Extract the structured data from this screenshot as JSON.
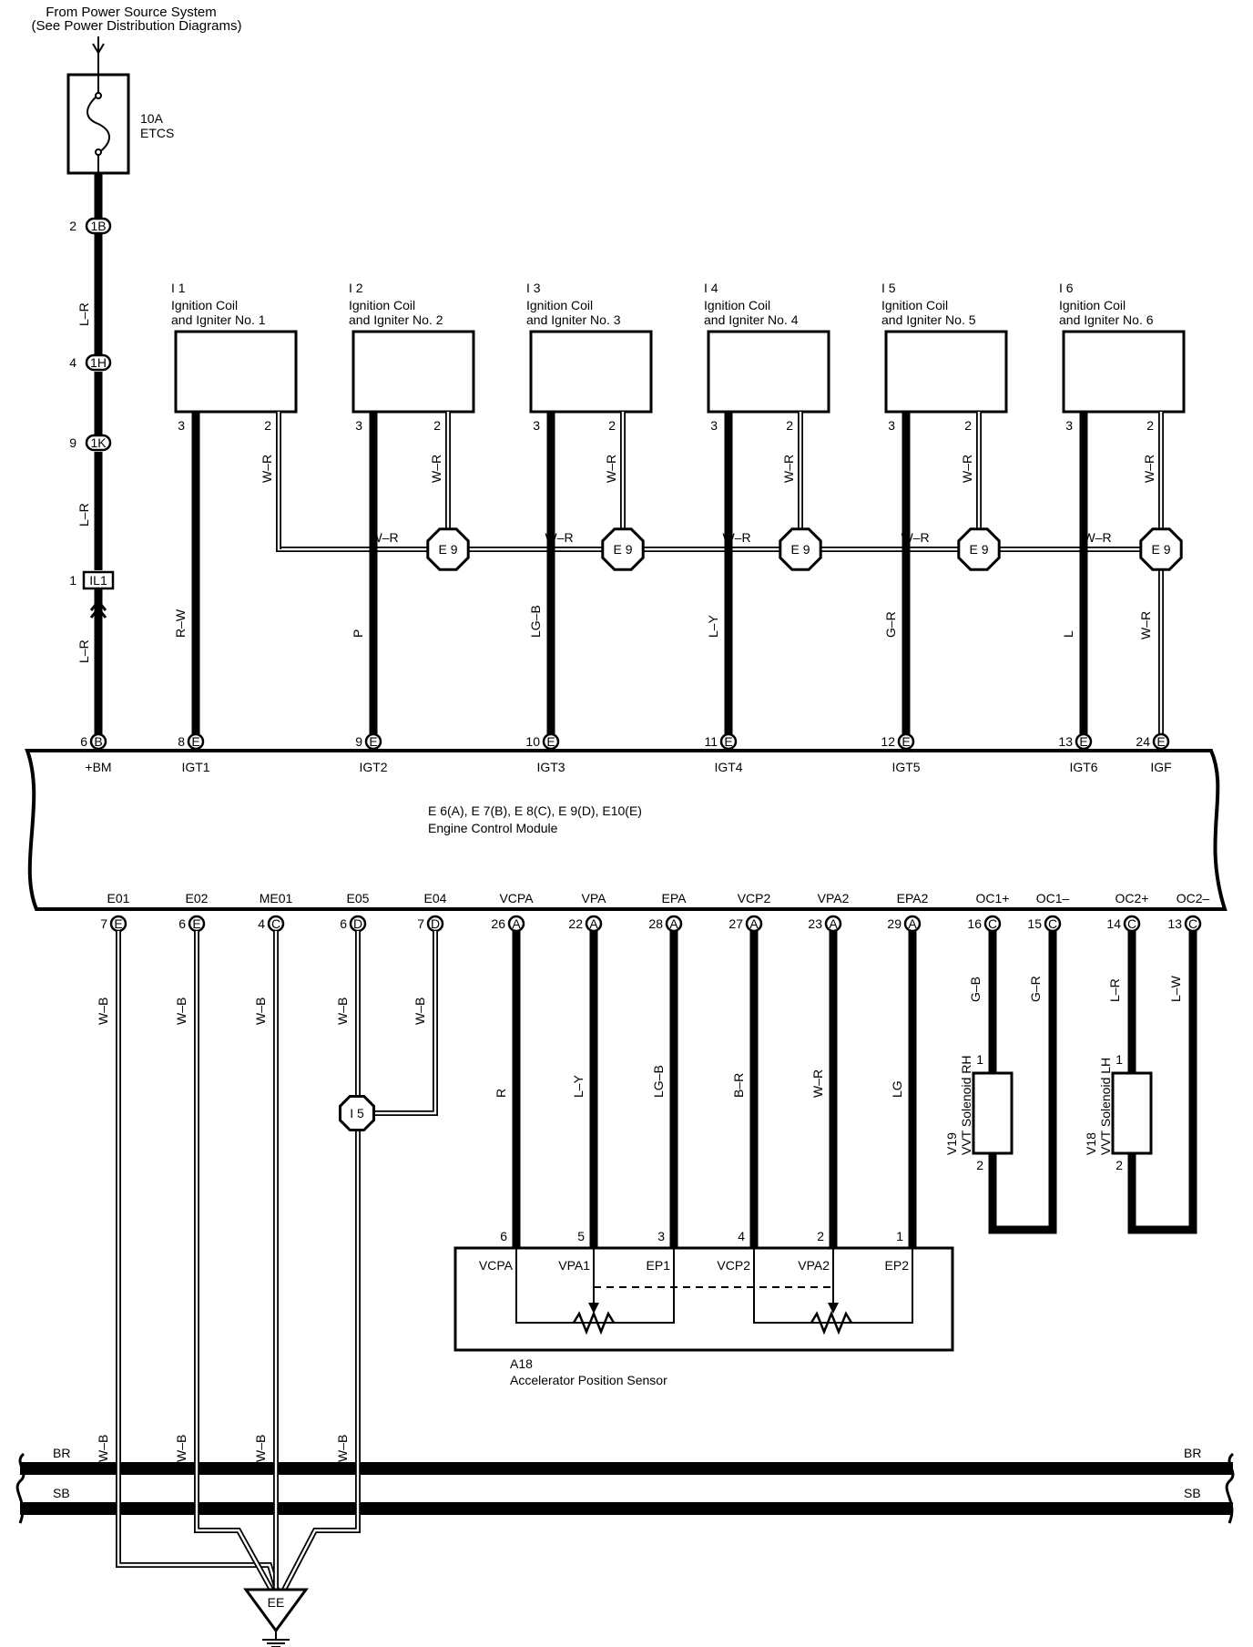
{
  "power_source": {
    "line1": "From Power Source System",
    "line2": "(See Power Distribution Diagrams)"
  },
  "fuse": {
    "rating": "10A",
    "name": "ETCS"
  },
  "power_chain": [
    {
      "pin": "2",
      "conn": "1B"
    },
    {
      "pin": "4",
      "conn": "1H"
    },
    {
      "pin": "9",
      "conn": "1K"
    },
    {
      "pin": "1",
      "conn": "IL1"
    }
  ],
  "power_wires": [
    "L–R",
    "L–R",
    "L–R"
  ],
  "ecm": {
    "name_line1": "E 6(A), E 7(B), E 8(C), E 9(D), E10(E)",
    "name_line2": "Engine Control Module",
    "top_terminals": [
      {
        "pin": "6",
        "conn": "B",
        "label": "+BM"
      },
      {
        "pin": "8",
        "conn": "E",
        "label": "IGT1"
      },
      {
        "pin": "9",
        "conn": "E",
        "label": "IGT2"
      },
      {
        "pin": "10",
        "conn": "E",
        "label": "IGT3"
      },
      {
        "pin": "11",
        "conn": "E",
        "label": "IGT4"
      },
      {
        "pin": "12",
        "conn": "E",
        "label": "IGT5"
      },
      {
        "pin": "13",
        "conn": "E",
        "label": "IGT6"
      },
      {
        "pin": "24",
        "conn": "E",
        "label": "IGF"
      }
    ],
    "bottom_terminals": [
      {
        "pin": "7",
        "conn": "E",
        "label": "E01"
      },
      {
        "pin": "6",
        "conn": "E",
        "label": "E02"
      },
      {
        "pin": "4",
        "conn": "C",
        "label": "ME01"
      },
      {
        "pin": "6",
        "conn": "D",
        "label": "E05"
      },
      {
        "pin": "7",
        "conn": "D",
        "label": "E04"
      },
      {
        "pin": "26",
        "conn": "A",
        "label": "VCPA"
      },
      {
        "pin": "22",
        "conn": "A",
        "label": "VPA"
      },
      {
        "pin": "28",
        "conn": "A",
        "label": "EPA"
      },
      {
        "pin": "27",
        "conn": "A",
        "label": "VCP2"
      },
      {
        "pin": "23",
        "conn": "A",
        "label": "VPA2"
      },
      {
        "pin": "29",
        "conn": "A",
        "label": "EPA2"
      },
      {
        "pin": "16",
        "conn": "C",
        "label": "OC1+"
      },
      {
        "pin": "15",
        "conn": "C",
        "label": "OC1–"
      },
      {
        "pin": "14",
        "conn": "C",
        "label": "OC2+"
      },
      {
        "pin": "13",
        "conn": "C",
        "label": "OC2–"
      }
    ]
  },
  "ignition_coils": [
    {
      "code": "I 1",
      "line1": "Ignition Coil",
      "line2": "and Igniter No. 1",
      "pin_a": "3",
      "pin_b": "2",
      "igt_wire": "R–W",
      "igf_wire": "W–R"
    },
    {
      "code": "I 2",
      "line1": "Ignition Coil",
      "line2": "and Igniter No. 2",
      "pin_a": "3",
      "pin_b": "2",
      "igt_wire": "P",
      "igf_wire": "W–R"
    },
    {
      "code": "I 3",
      "line1": "Ignition Coil",
      "line2": "and Igniter No. 3",
      "pin_a": "3",
      "pin_b": "2",
      "igt_wire": "LG–B",
      "igf_wire": "W–R"
    },
    {
      "code": "I 4",
      "line1": "Ignition Coil",
      "line2": "and Igniter No. 4",
      "pin_a": "3",
      "pin_b": "2",
      "igt_wire": "L–Y",
      "igf_wire": "W–R"
    },
    {
      "code": "I 5",
      "line1": "Ignition Coil",
      "line2": "and Igniter No. 5",
      "pin_a": "3",
      "pin_b": "2",
      "igt_wire": "G–R",
      "igf_wire": "W–R"
    },
    {
      "code": "I 6",
      "line1": "Ignition Coil",
      "line2": "and Igniter No. 6",
      "pin_a": "3",
      "pin_b": "2",
      "igt_wire": "L",
      "igf_wire": "W–R"
    }
  ],
  "igf_bus": {
    "junction": "E 9",
    "wire": "W–R",
    "down_wire": "W–R"
  },
  "ground_wires": [
    "W–B",
    "W–B",
    "W–B",
    "W–B",
    "W–B"
  ],
  "junction_i5": "I 5",
  "accel_sensor": {
    "code": "A18",
    "name": "Accelerator Position Sensor",
    "wires": [
      "R",
      "L–Y",
      "LG–B",
      "B–R",
      "W–R",
      "LG"
    ],
    "pins": [
      "6",
      "5",
      "3",
      "4",
      "2",
      "1"
    ],
    "terminals": [
      "VCPA",
      "VPA1",
      "EP1",
      "VCP2",
      "VPA2",
      "EP2"
    ]
  },
  "vvt": [
    {
      "code": "V19",
      "name": "VVT Solenoid RH",
      "wire_a": "G–B",
      "wire_b": "G–R",
      "pin_top": "1",
      "pin_bot": "2"
    },
    {
      "code": "V18",
      "name": "VVT Solenoid LH",
      "wire_a": "L–R",
      "wire_b": "L–W",
      "pin_top": "1",
      "pin_bot": "2"
    }
  ],
  "buses": [
    {
      "label": "BR"
    },
    {
      "label": "SB"
    }
  ],
  "ground_lower_wires": [
    "W–B",
    "W–B",
    "W–B",
    "W–B"
  ],
  "ground_point": "EE"
}
